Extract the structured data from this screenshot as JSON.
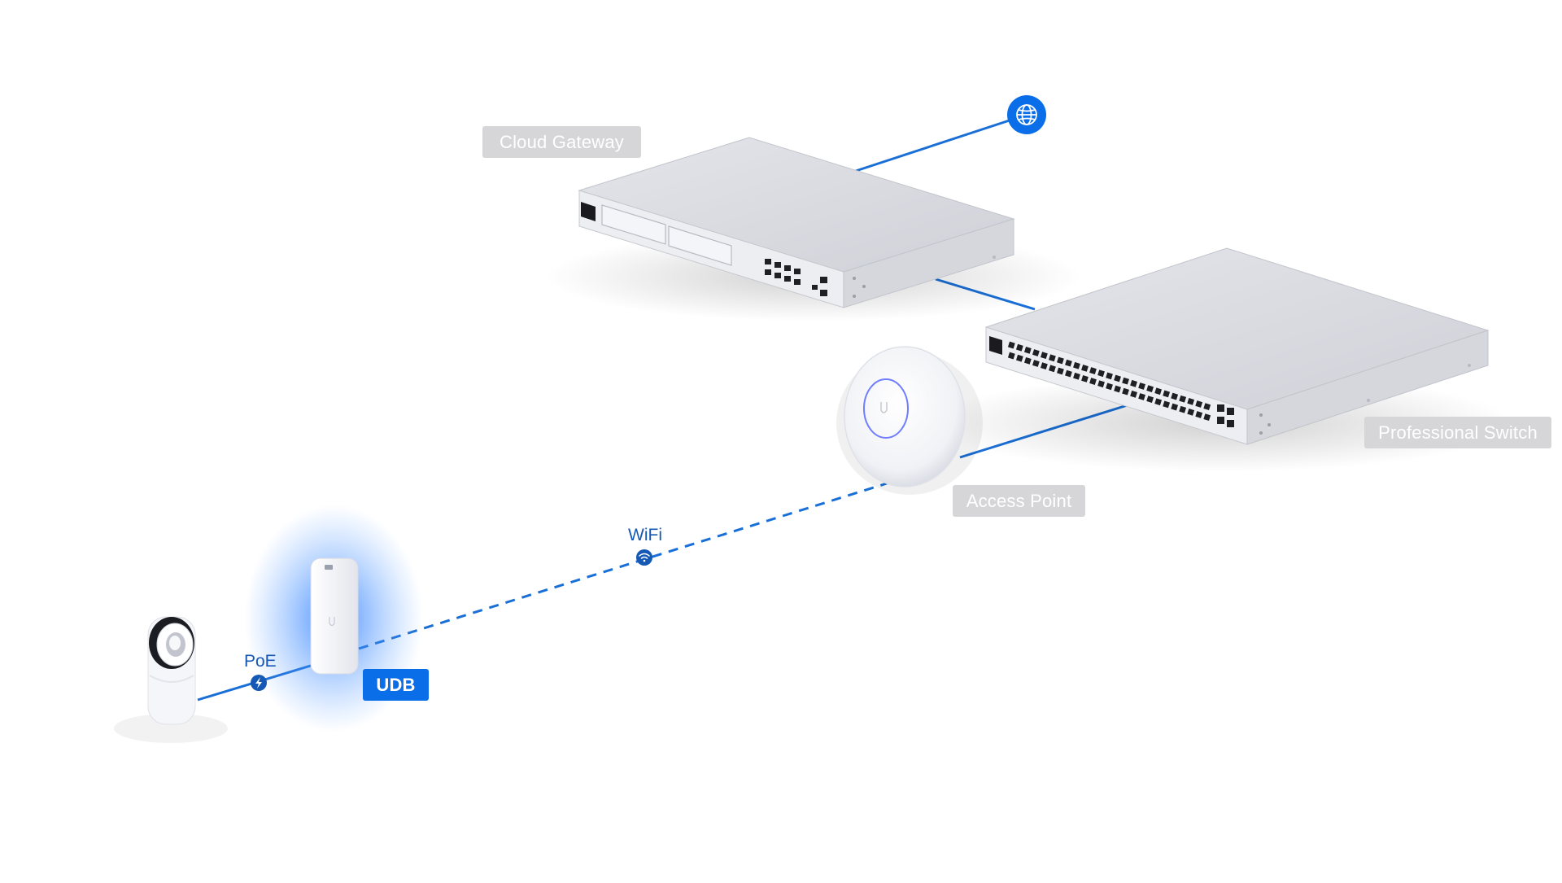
{
  "devices": {
    "cloud_gateway": {
      "label": "Cloud Gateway"
    },
    "professional_switch": {
      "label": "Professional Switch"
    },
    "access_point": {
      "label": "Access Point"
    },
    "udb": {
      "label": "UDB"
    },
    "camera": {
      "label": ""
    }
  },
  "links": {
    "wifi": {
      "label": "WiFi",
      "icon": "wifi-icon"
    },
    "poe": {
      "label": "PoE",
      "icon": "lightning-icon"
    }
  },
  "internet": {
    "icon": "globe-icon"
  },
  "colors": {
    "accent": "#0a6ee8",
    "link_line": "#1a6fd6",
    "link_label": "#1559b5",
    "tag_bg": "#d6d6d8",
    "device_body": "#e6e6ea"
  }
}
